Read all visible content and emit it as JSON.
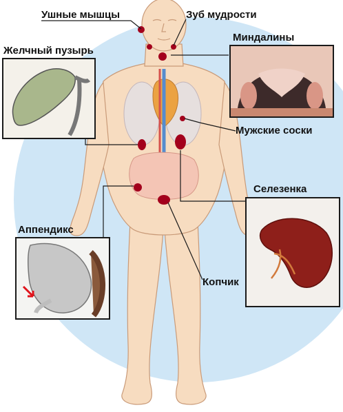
{
  "labels": {
    "ear_muscles": "Ушные мышцы",
    "wisdom_tooth": "Зуб мудрости",
    "tonsils": "Миндалины",
    "gallbladder": "Желчный пузырь",
    "male_nipples": "Мужские соски",
    "spleen": "Селезенка",
    "appendix": "Аппендикс",
    "coccyx": "Копчик"
  },
  "colors": {
    "background_disc": "#cfe6f6",
    "skin": "#f7dcc0",
    "skin_shadow": "#e9bf98",
    "organ_marker": "#a3001c",
    "line": "#1a1a1a",
    "pointer_arrow": "#e0141c"
  }
}
